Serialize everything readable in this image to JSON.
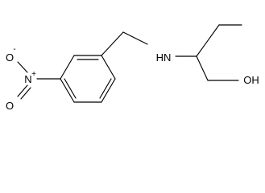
{
  "structure": {
    "atoms": {
      "nitro_oxygen_top": {
        "symbol": "O",
        "charge": "-"
      },
      "nitro_nitrogen": {
        "symbol": "N",
        "charge": "+"
      },
      "nitro_oxygen_bottom": {
        "symbol": "O"
      },
      "amine": {
        "symbol": "HN"
      },
      "hydroxyl": {
        "symbol": "OH"
      }
    }
  }
}
